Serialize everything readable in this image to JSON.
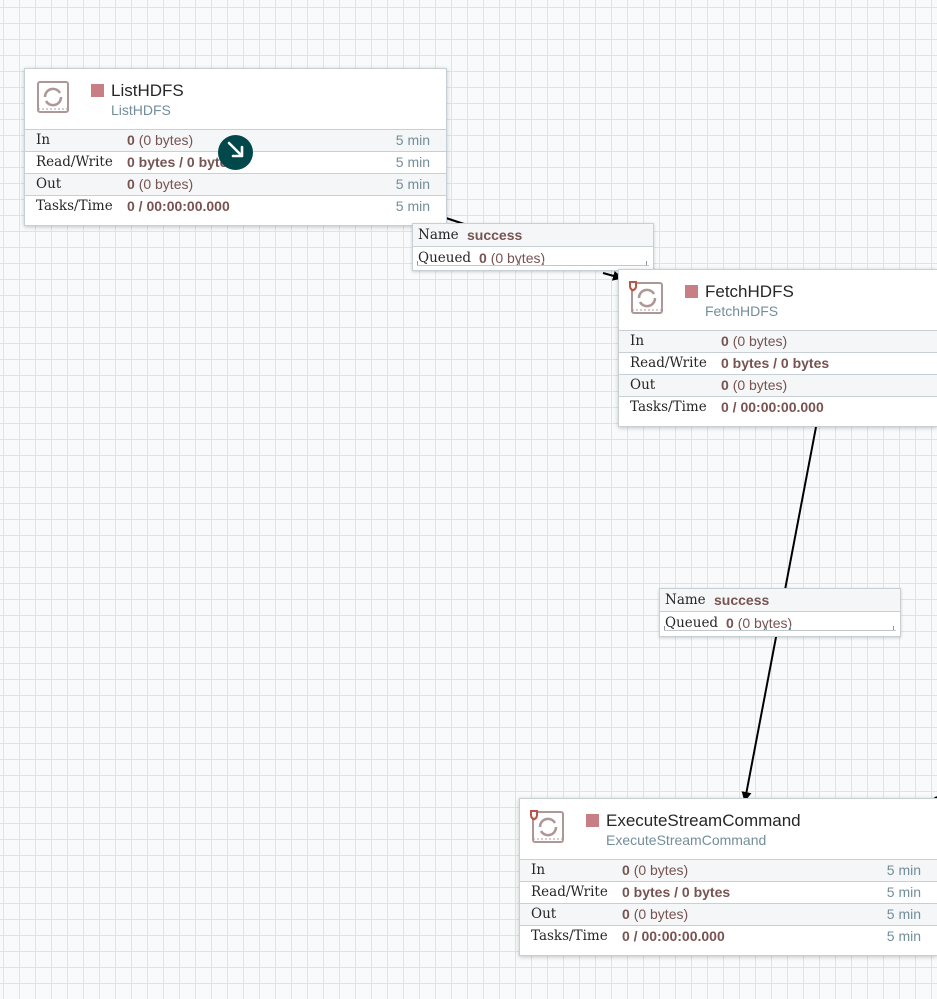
{
  "processors": {
    "list_hdfs": {
      "name": "ListHDFS",
      "type": "ListHDFS",
      "status_color": "#c77e84",
      "restricted": false,
      "stats": [
        {
          "label": "In",
          "value": "0",
          "unit": "(0 bytes)",
          "window": "5 min"
        },
        {
          "label": "Read/Write",
          "value": "0 bytes / 0 bytes",
          "unit": "",
          "window": "5 min"
        },
        {
          "label": "Out",
          "value": "0",
          "unit": "(0 bytes)",
          "window": "5 min"
        },
        {
          "label": "Tasks/Time",
          "value": "0 / 00:00:00.000",
          "unit": "",
          "window": "5 min"
        }
      ]
    },
    "fetch_hdfs": {
      "name": "FetchHDFS",
      "type": "FetchHDFS",
      "status_color": "#c77e84",
      "restricted": true,
      "stats": [
        {
          "label": "In",
          "value": "0",
          "unit": "(0 bytes)",
          "window": ""
        },
        {
          "label": "Read/Write",
          "value": "0 bytes / 0 bytes",
          "unit": "",
          "window": ""
        },
        {
          "label": "Out",
          "value": "0",
          "unit": "(0 bytes)",
          "window": ""
        },
        {
          "label": "Tasks/Time",
          "value": "0 / 00:00:00.000",
          "unit": "",
          "window": ""
        }
      ]
    },
    "execute_stream": {
      "name": "ExecuteStreamCommand",
      "type": "ExecuteStreamCommand",
      "status_color": "#c77e84",
      "restricted": true,
      "stats": [
        {
          "label": "In",
          "value": "0",
          "unit": "(0 bytes)",
          "window": "5 min"
        },
        {
          "label": "Read/Write",
          "value": "0 bytes / 0 bytes",
          "unit": "",
          "window": "5 min"
        },
        {
          "label": "Out",
          "value": "0",
          "unit": "(0 bytes)",
          "window": "5 min"
        },
        {
          "label": "Tasks/Time",
          "value": "0 / 00:00:00.000",
          "unit": "",
          "window": "5 min"
        }
      ]
    }
  },
  "connections": [
    {
      "name_label": "Name",
      "name": "success",
      "queued_label": "Queued",
      "queued_count": "0",
      "queued_size": "(0 bytes)"
    },
    {
      "name_label": "Name",
      "name": "success",
      "queued_label": "Queued",
      "queued_count": "0",
      "queued_size": "(0 bytes)"
    }
  ],
  "icons": {
    "processor": "processor-icon",
    "restricted": "restricted-shield-icon",
    "zoom": "arrow-down-right-icon"
  },
  "colors": {
    "text_value": "#775351",
    "text_secondary": "#728e9b",
    "stopped": "#c77e84",
    "zoom_button": "#004849",
    "restricted": "#ba554a"
  }
}
